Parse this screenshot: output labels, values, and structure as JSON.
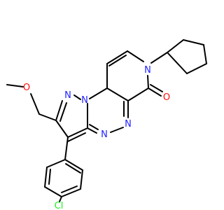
{
  "atom_labels": {
    "n_pyrazole_1": "N",
    "n_pyrazole_2": "N",
    "n_triazine_1": "N",
    "n_triazine_2": "N",
    "n_pyridone": "N",
    "o_carbonyl": "O",
    "o_methoxy": "O",
    "cl": "Cl"
  },
  "colors": {
    "nitrogen": "#2121ff",
    "oxygen": "#ff0d0d",
    "chlorine": "#1ff01f",
    "bond": "#000000"
  }
}
